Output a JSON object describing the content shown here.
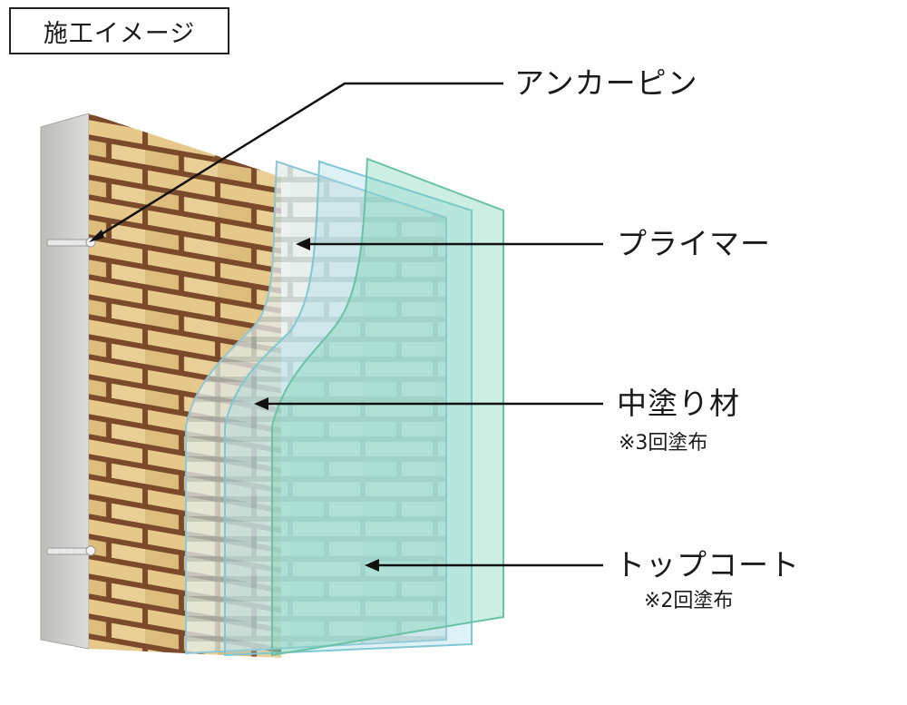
{
  "title": "施工イメージ",
  "callouts": {
    "anchor_pin": {
      "label": "アンカーピン"
    },
    "primer": {
      "label": "プライマー"
    },
    "mid_coat": {
      "label": "中塗り材",
      "note": "※3回塗布"
    },
    "top_coat": {
      "label": "トップコート",
      "note": "※2回塗布"
    }
  },
  "colors": {
    "brick": "#e6c88a",
    "mortar": "#7a4a2a",
    "concrete": "#cfcfcc",
    "coat_green": "#6fd0b0",
    "coat_blue": "#9fd6e6",
    "line": "#111111"
  }
}
